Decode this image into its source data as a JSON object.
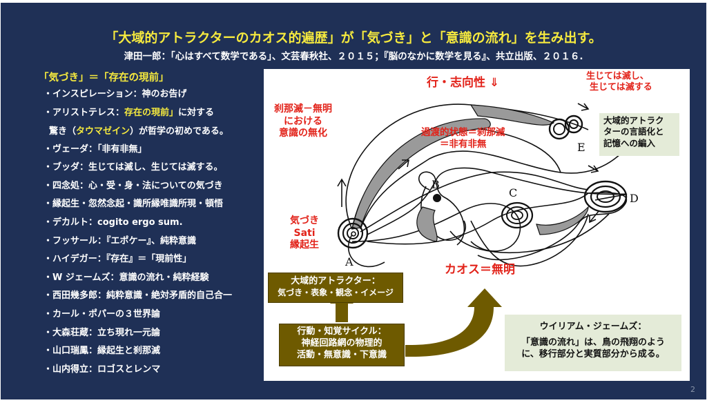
{
  "slide": {
    "title": "「大域的アトラクターのカオス的遍歴」が「気づき」と「意識の流れ」を生み出す。",
    "subtitle": "津田一郎：「心はすべて数学である」、文芸春秋社、２０１５；『脳のなかに数学を見る』、共立出版、２０１６.",
    "page_number": "2"
  },
  "left_panel": {
    "heading": "「気づき」＝「存在の現前」",
    "items": [
      {
        "text": "・インスピレーション：神のお告げ",
        "highlight": false
      },
      {
        "text": "・アリストテレス：",
        "accent1": "存在の現前」",
        "rest": "に対する",
        "line2_prefix": "驚き（",
        "accent2": "タウマゼイン",
        "line2_rest": "）が哲学の初めである。",
        "highlight": false,
        "two_line": true
      },
      {
        "text": "・ヴェーダ：「非有非無」",
        "highlight": false
      },
      {
        "text": "・ブッダ：生じては滅し、生じては滅する。",
        "highlight": true
      },
      {
        "text": "・四念処：心・受・身・法についての気づき",
        "highlight": false
      },
      {
        "text": "・縁起生・忽然念起・識所縁唯識所現・頓悟",
        "highlight": false
      },
      {
        "text": "・デカルト：cogito ergo sum.",
        "highlight": true
      },
      {
        "text": "・フッサール：『エポケー』、純粋意識",
        "highlight": false
      },
      {
        "text": "・ハイデガー：『存在』＝「現前性」",
        "highlight": true
      },
      {
        "text": "・W ジェームズ：意識の流れ・純粋経験",
        "highlight": true
      },
      {
        "text": "・西田幾多郎：純粋意識・絶対矛盾的自己合一",
        "highlight": false
      },
      {
        "text": "・カール・ポパーの３世界論",
        "highlight": true
      },
      {
        "text": "・大森荘蔵：立ち現れ一元論",
        "highlight": false
      },
      {
        "text": "・山口瑞鳳：縁起生と刹那滅",
        "highlight": false
      },
      {
        "text": "・山内得立：ロゴスとレンマ",
        "highlight": false
      }
    ]
  },
  "diagram": {
    "top_label": "行・志向性 ⇓",
    "left_label": [
      "刹那滅－無明",
      "における",
      "意識の無化"
    ],
    "middle_label": [
      "過渡的状態＝刹那滅",
      "＝非有非無"
    ],
    "top_right_label": [
      "生じては滅し、",
      "生じては滅する"
    ],
    "awareness_label": [
      "気づき",
      "Sati",
      "縁起生"
    ],
    "chaos_label": "カオス＝無明",
    "attractors": [
      "A",
      "B",
      "C",
      "D",
      "E"
    ],
    "box_attractor_note": [
      "大域的アトラク",
      "ターの言語化と",
      "記憶への編入"
    ],
    "box_global_attractor": [
      "大域的アトラクター：",
      "気づき・表象・観念・イメージ"
    ],
    "box_action_cycle": [
      "行動・知覚サイクル：",
      "神経回路網の物理的",
      "活動・無意識・下意識"
    ],
    "box_james": [
      "ウイリアム・ジェームズ：",
      "「意識の流れ」は、鳥の飛翔のよう",
      "に、移行部分と実質部分から成る。"
    ]
  },
  "colors": {
    "background": "#1f3056",
    "accent_yellow": "#f6ea3e",
    "red": "#e2231a",
    "olive": "#6e5a00",
    "note_green": "#e4ebd8"
  }
}
